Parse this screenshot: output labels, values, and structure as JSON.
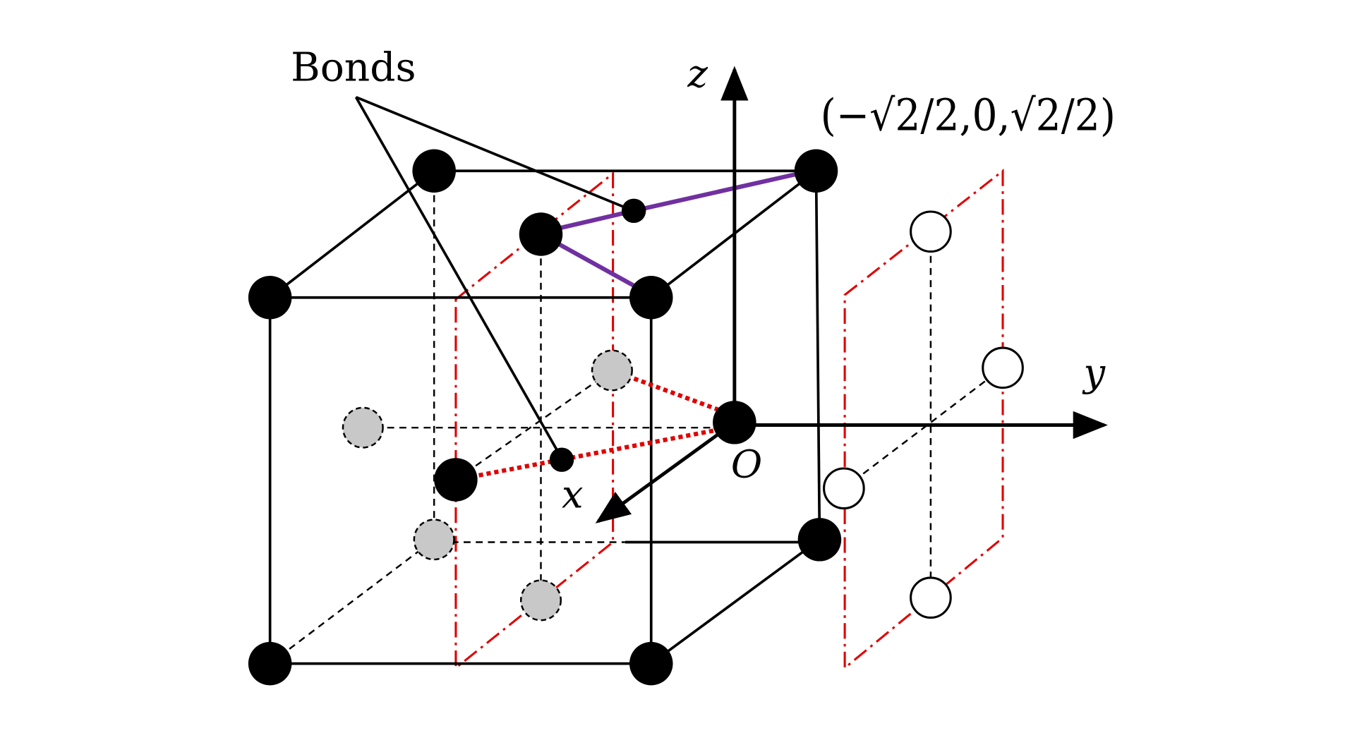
{
  "labels": {
    "bonds": "Bonds",
    "axis_z": "z",
    "axis_y": "y",
    "axis_x": "x",
    "origin": "O",
    "coordinate": "(−√2/2,0,√2/2)"
  },
  "colors": {
    "atom": "#000000",
    "vacancy_fill": "#c8c8c8",
    "plane": "#e00000",
    "bond_purple": "#7030a0",
    "bond_red": "#e00000"
  }
}
